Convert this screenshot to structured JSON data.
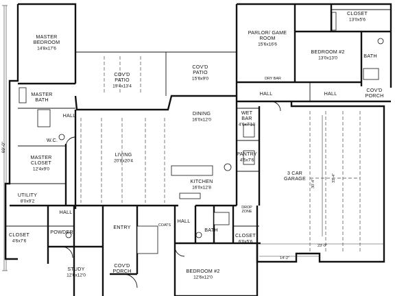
{
  "plan": {
    "overall_depth": "69'-0\"",
    "garage_depth_outer": "30'-4\"",
    "garage_depth_inner": "33'-4\"",
    "garage_width": "23'-0\"",
    "garage_door_width": "14'-2\""
  },
  "rooms": {
    "master_bedroom": {
      "name": "MASTER BEDROOM",
      "size": "14'8x17'6"
    },
    "master_bath": {
      "name": "MASTER BATH",
      "size": ""
    },
    "master_closet": {
      "name": "MASTER CLOSET",
      "size": "12'4x9'0"
    },
    "wc": {
      "name": "W.C.",
      "size": ""
    },
    "utility": {
      "name": "UTILITY",
      "size": "8'0x9'2"
    },
    "covd_patio_1": {
      "name": "COV'D PATIO",
      "size": "19'4x13'4"
    },
    "covd_patio_2": {
      "name": "COV'D PATIO",
      "size": "15'6x9'0"
    },
    "parlor": {
      "name": "PARLOR/ GAME ROOM",
      "size": "15'6x16'6"
    },
    "bedroom_2_top": {
      "name": "BEDROOM #2",
      "size": "13'0x13'0"
    },
    "closet_top": {
      "name": "CLOSET",
      "size": "13'0x5'6"
    },
    "bath_right": {
      "name": "BATH",
      "size": ""
    },
    "dry_bar": {
      "name": "DRY BAR",
      "size": ""
    },
    "hall_mid": {
      "name": "HALL",
      "size": ""
    },
    "hall_right": {
      "name": "HALL",
      "size": ""
    },
    "covd_porch_right": {
      "name": "COV'D PORCH",
      "size": ""
    },
    "dining": {
      "name": "DINING",
      "size": "16'0x12'0"
    },
    "wet_bar": {
      "name": "WET BAR",
      "size": "4'6x7'10"
    },
    "pantry": {
      "name": "PANTRY",
      "size": "4'6x7'6"
    },
    "living": {
      "name": "LIVING",
      "size": "20'8x20'4"
    },
    "kitchen": {
      "name": "KITCHEN",
      "size": "16'0x12'8"
    },
    "garage": {
      "name": "3 CAR GARAGE",
      "size": ""
    },
    "hall_left": {
      "name": "HALL",
      "size": ""
    },
    "hall_master": {
      "name": "HALL",
      "size": ""
    },
    "closet_left": {
      "name": "CLOSET",
      "size": "4'6x7'6"
    },
    "powder": {
      "name": "POWDER",
      "size": ""
    },
    "entry": {
      "name": "ENTRY",
      "size": ""
    },
    "coats": {
      "name": "COATS",
      "size": ""
    },
    "hall_center": {
      "name": "HALL",
      "size": ""
    },
    "bath_bottom": {
      "name": "BATH",
      "size": ""
    },
    "drop_zone": {
      "name": "DROP ZONE",
      "size": ""
    },
    "closet_bottom": {
      "name": "CLOSET",
      "size": "6'0x5'6"
    },
    "study": {
      "name": "STUDY",
      "size": "12'6x12'0"
    },
    "covd_porch_bottom": {
      "name": "COV'D PORCH",
      "size": ""
    },
    "bedroom_2_bottom": {
      "name": "BEDROOM #2",
      "size": "12'6x12'0"
    }
  }
}
